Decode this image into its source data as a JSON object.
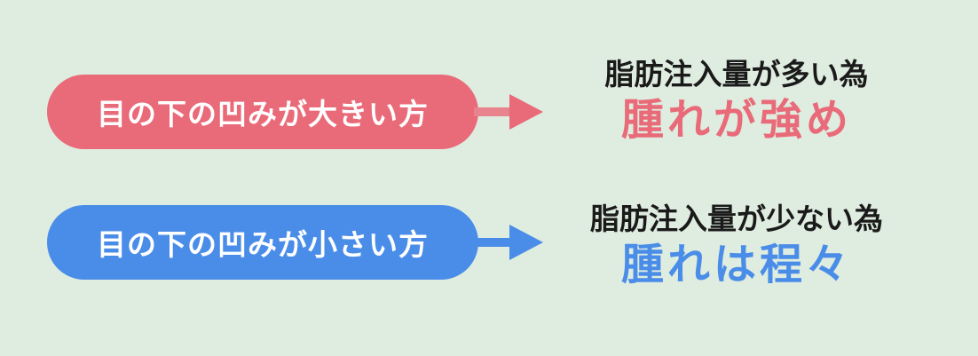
{
  "rows": [
    {
      "condition": "目の下の凹みが大きい方",
      "reason": "脂肪注入量が多い為",
      "effect": "腫れが強め",
      "color": "#e96a78",
      "arrow_color": "#e96a78"
    },
    {
      "condition": "目の下の凹みが小さい方",
      "reason": "脂肪注入量が少ない為",
      "effect": "腫れは程々",
      "color": "#4a8de8",
      "arrow_color": "#4a8de8"
    }
  ],
  "background": "#dfece0"
}
